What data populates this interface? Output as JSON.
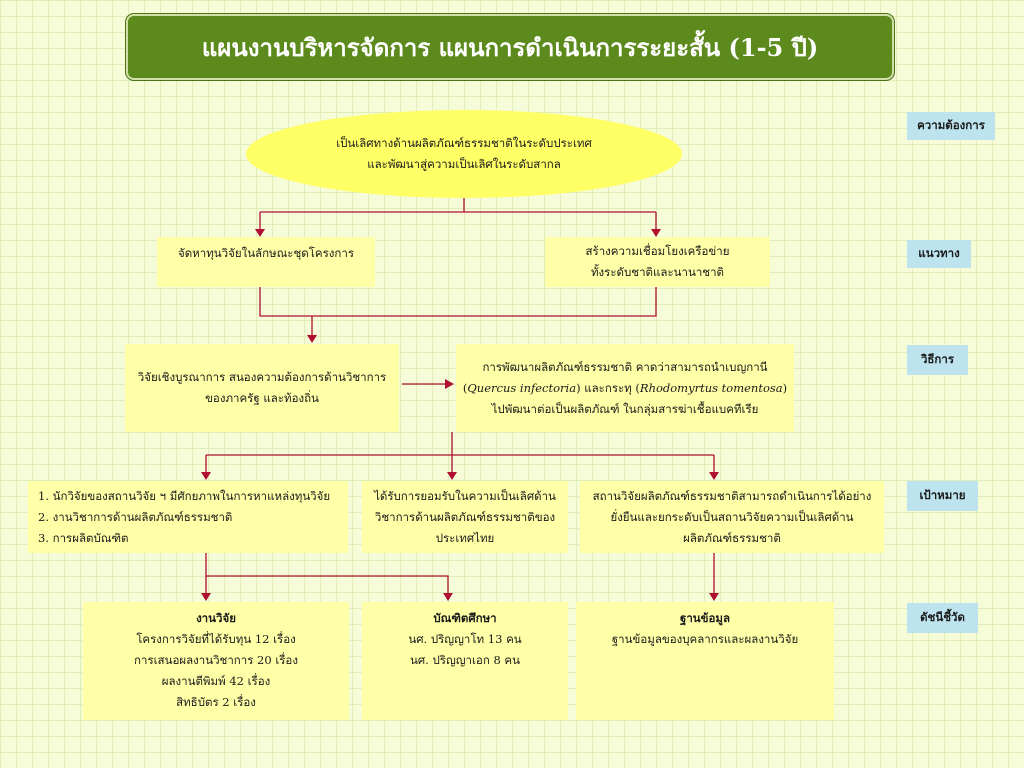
{
  "title": "แผนงานบริหารจัดการ แผนการดำเนินการระยะสั้น (1-5 ปี)",
  "side_labels": {
    "needs": "ความต้องการ",
    "approach": "แนวทาง",
    "methods": "วิธีการ",
    "targets": "เป้าหมาย",
    "indicators": "ดัชนีชี้วัด"
  },
  "vision": {
    "line1": "เป็นเลิศทางด้านผลิตภัณฑ์ธรรมชาติในระดับประเทศ",
    "line2": "และพัฒนาสู่ความเป็นเลิศในระดับสากล"
  },
  "approach": {
    "left": "จัดหาทุนวิจัยในลักษณะชุดโครงการ",
    "right_line1": "สร้างความเชื่อมโยงเครือข่าย",
    "right_line2": "ทั้งระดับชาติและนานาชาติ"
  },
  "methods": {
    "left_line1": "วิจัยเชิงบูรณาการ สนองความต้องการด้านวิชาการ",
    "left_line2": "ของภาครัฐ และท้องถิ่น",
    "right_line1": "การพัฒนาผลิตภัณฑ์ธรรมชาติ คาดว่าสามารถนำเบญกานี",
    "right_line2_open": "(",
    "right_line2_species1": "Quercus infectoria",
    "right_line2_mid": ") และกระทุ (",
    "right_line2_species2": "Rhodomyrtus tomentosa",
    "right_line2_close": ")",
    "right_line3": "ไปพัฒนาต่อเป็นผลิตภัณฑ์ ในกลุ่มสารฆ่าเชื้อแบคทีเรีย"
  },
  "targets": {
    "left_items": [
      "1. นักวิจัยของสถานวิจัย ฯ มีศักยภาพในการหาแหล่งทุนวิจัย",
      "2. งานวิชาการด้านผลิตภัณฑ์ธรรมชาติ",
      "3. การผลิตบัณฑิต"
    ],
    "middle_line1": "ได้รับการยอมรับในความเป็นเลิศด้าน",
    "middle_line2": "วิชาการด้านผลิตภัณฑ์ธรรมชาติของ",
    "middle_line3": "ประเทศไทย",
    "right_line1": "สถานวิจัยผลิตภัณฑ์ธรรมชาติสามารถดำเนินการได้อย่าง",
    "right_line2": "ยั่งยืนและยกระดับเป็นสถานวิจัยความเป็นเลิศด้าน",
    "right_line3": "ผลิตภัณฑ์ธรรมชาติ"
  },
  "indicators": {
    "research": {
      "heading": "งานวิจัย",
      "items": [
        "โครงการวิจัยที่ได้รับทุน 12 เรื่อง",
        "การเสนอผลงานวิชาการ 20 เรื่อง",
        "ผลงานตีพิมพ์  42 เรื่อง",
        "สิทธิบัตร 2 เรื่อง"
      ]
    },
    "graduates": {
      "heading": "บัณฑิตศึกษา",
      "items": [
        "นศ. ปริญญาโท 13 คน",
        "นศ. ปริญญาเอก 8 คน"
      ]
    },
    "database": {
      "heading": "ฐานข้อมูล",
      "items": [
        "ฐานข้อมูลของบุคลากรและผลงานวิจัย"
      ]
    }
  },
  "colors": {
    "title_bg": "#5d8a1c",
    "box_bg": "#ffffa8",
    "ellipse_bg": "#ffff66",
    "label_bg": "#bde3ee",
    "connector": "#b01030"
  }
}
